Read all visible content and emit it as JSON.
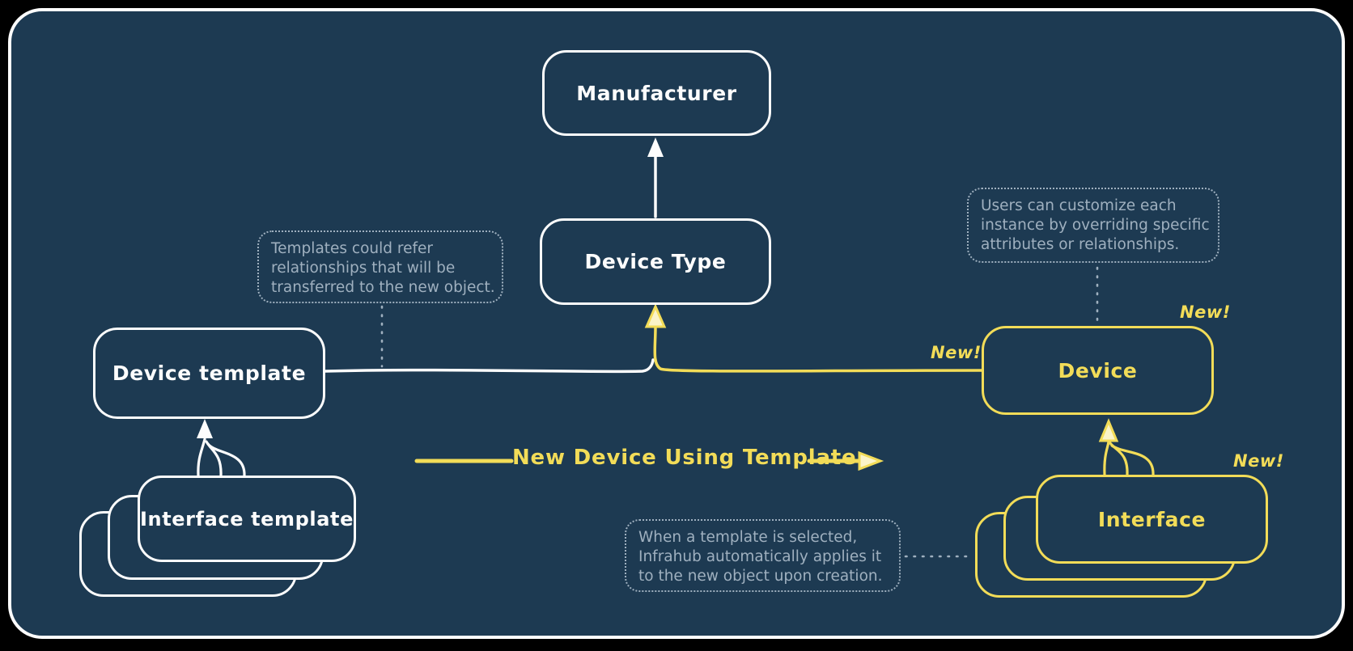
{
  "diagram": {
    "nodes": {
      "manufacturer": {
        "label": "Manufacturer"
      },
      "device_type": {
        "label": "Device Type"
      },
      "device_template": {
        "label": "Device template"
      },
      "interface_template": {
        "label": "Interface template"
      },
      "device": {
        "label": "Device",
        "badge": "New!"
      },
      "interface": {
        "label": "Interface",
        "badge": "New!"
      }
    },
    "annotations": {
      "templates_note": {
        "lines": [
          "Templates could refer",
          "relationships that will be",
          "transferred to the new object."
        ]
      },
      "customize_note": {
        "lines": [
          "Users can customize each",
          "instance by overriding specific",
          "attributes or relationships."
        ]
      },
      "apply_note": {
        "lines": [
          "When a template is selected,",
          "Infrahub automatically applies it",
          "to the new object upon creation."
        ]
      }
    },
    "labels": {
      "flow": "New Device Using Template",
      "new_link": "New!"
    },
    "colors": {
      "background": "#000000",
      "panel": "#1d3a52",
      "stroke": "#fdfdfd",
      "accent": "#f2dc58",
      "annotation_gray": "#9fb0bf"
    }
  }
}
